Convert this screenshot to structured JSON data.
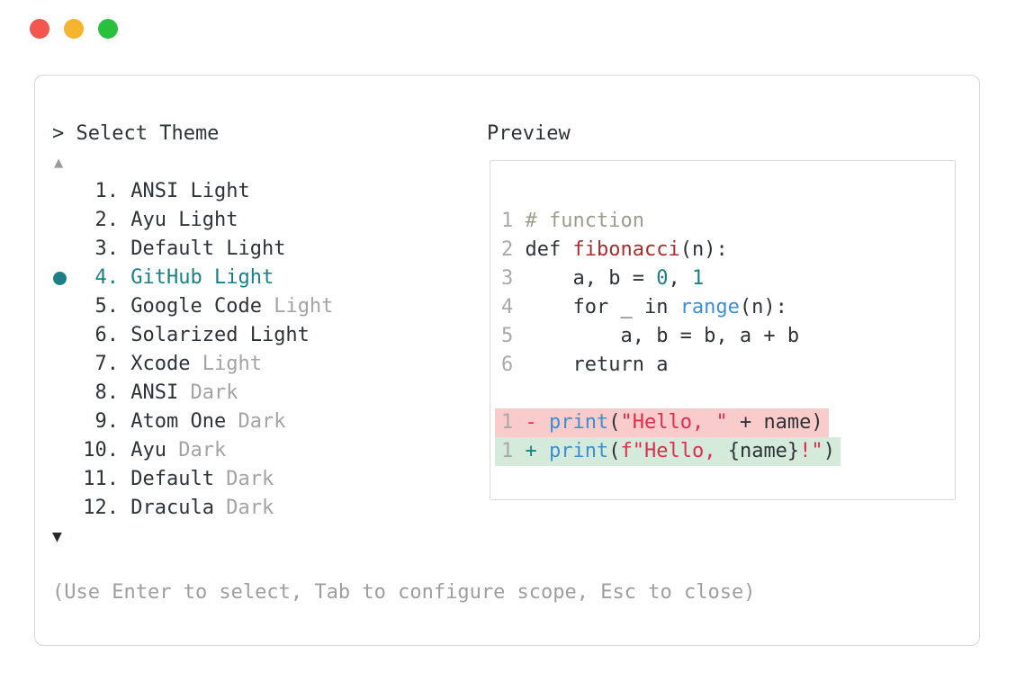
{
  "window": {
    "controls": {
      "close_color": "#f2564e",
      "minimize_color": "#f4b42d",
      "zoom_color": "#29c040"
    }
  },
  "selector": {
    "title": "> Select Theme",
    "scroll_up_icon": "▲",
    "scroll_down_icon": "▼",
    "accent_color": "#1b7f85",
    "items": [
      {
        "number": "1.",
        "name": "ANSI",
        "suffix": "Light",
        "suffix_muted": false,
        "selected": false
      },
      {
        "number": "2.",
        "name": "Ayu",
        "suffix": "Light",
        "suffix_muted": false,
        "selected": false
      },
      {
        "number": "3.",
        "name": "Default",
        "suffix": "Light",
        "suffix_muted": false,
        "selected": false
      },
      {
        "number": "4.",
        "name": "GitHub",
        "suffix": "Light",
        "suffix_muted": false,
        "selected": true
      },
      {
        "number": "5.",
        "name": "Google Code",
        "suffix": "Light",
        "suffix_muted": true,
        "selected": false
      },
      {
        "number": "6.",
        "name": "Solarized",
        "suffix": "Light",
        "suffix_muted": false,
        "selected": false
      },
      {
        "number": "7.",
        "name": "Xcode",
        "suffix": "Light",
        "suffix_muted": true,
        "selected": false
      },
      {
        "number": "8.",
        "name": "ANSI",
        "suffix": "Dark",
        "suffix_muted": true,
        "selected": false
      },
      {
        "number": "9.",
        "name": "Atom One",
        "suffix": "Dark",
        "suffix_muted": true,
        "selected": false
      },
      {
        "number": "10.",
        "name": "Ayu",
        "suffix": "Dark",
        "suffix_muted": true,
        "selected": false
      },
      {
        "number": "11.",
        "name": "Default",
        "suffix": "Dark",
        "suffix_muted": true,
        "selected": false
      },
      {
        "number": "12.",
        "name": "Dracula",
        "suffix": "Dark",
        "suffix_muted": true,
        "selected": false
      }
    ],
    "help": "(Use Enter to select, Tab to configure scope, Esc to close)"
  },
  "preview": {
    "title": "Preview",
    "syntax_colors": {
      "text": "#2e3338",
      "comment": "#9c9c8e",
      "function_name": "#a52f2f",
      "number": "#1b7f85",
      "builtin": "#3d8fd1",
      "string": "#e02d4f",
      "line_number": "#a9a9a9",
      "diff_removed_bg": "#f9cbcb",
      "diff_added_bg": "#d4ebdc"
    },
    "code_lines": [
      {
        "ln": "1",
        "tokens": [
          {
            "t": "# function",
            "c": "comment"
          }
        ]
      },
      {
        "ln": "2",
        "tokens": [
          {
            "t": "def ",
            "c": "text"
          },
          {
            "t": "fibonacci",
            "c": "func"
          },
          {
            "t": "(n):",
            "c": "text"
          }
        ]
      },
      {
        "ln": "3",
        "tokens": [
          {
            "t": "    a, b = ",
            "c": "text"
          },
          {
            "t": "0",
            "c": "num"
          },
          {
            "t": ", ",
            "c": "text"
          },
          {
            "t": "1",
            "c": "num"
          }
        ]
      },
      {
        "ln": "4",
        "tokens": [
          {
            "t": "    for _ in ",
            "c": "text"
          },
          {
            "t": "range",
            "c": "builtin"
          },
          {
            "t": "(n):",
            "c": "text"
          }
        ]
      },
      {
        "ln": "5",
        "tokens": [
          {
            "t": "        a, b = b, a + b",
            "c": "text"
          }
        ]
      },
      {
        "ln": "6",
        "tokens": [
          {
            "t": "    return a",
            "c": "text"
          }
        ]
      }
    ],
    "diff_lines": [
      {
        "ln": "1",
        "type": "removed",
        "tokens": [
          {
            "t": "- ",
            "c": "string"
          },
          {
            "t": "print",
            "c": "builtin"
          },
          {
            "t": "(",
            "c": "text"
          },
          {
            "t": "\"Hello, \"",
            "c": "string"
          },
          {
            "t": " + name)",
            "c": "text"
          }
        ]
      },
      {
        "ln": "1",
        "type": "added",
        "tokens": [
          {
            "t": "+ ",
            "c": "accent"
          },
          {
            "t": "print",
            "c": "builtin"
          },
          {
            "t": "(",
            "c": "text"
          },
          {
            "t": "f\"Hello, ",
            "c": "string"
          },
          {
            "t": "{name}",
            "c": "text"
          },
          {
            "t": "!\"",
            "c": "string"
          },
          {
            "t": ")",
            "c": "text"
          }
        ]
      }
    ]
  }
}
